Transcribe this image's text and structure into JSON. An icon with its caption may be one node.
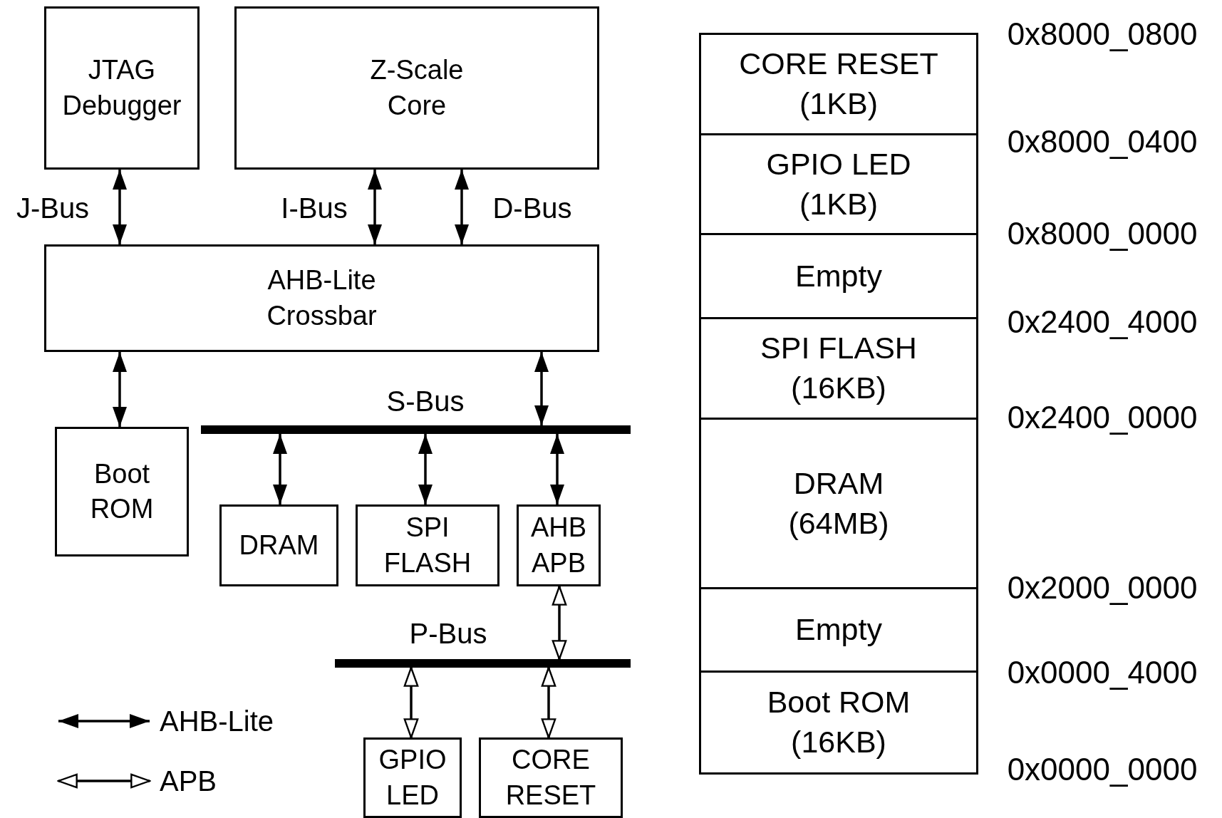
{
  "diagram": {
    "nodes": [
      {
        "text": [
          "JTAG Debugger"
        ]
      },
      {
        "text": [
          "Z-Scale Core"
        ]
      },
      {
        "text": [
          "AHB-Lite Crossbar"
        ]
      },
      {
        "text": [
          "Boot ROM"
        ]
      },
      {
        "text": [],
        "shape": "bar",
        "beside": [
          "S-Bus"
        ]
      },
      {
        "text": [
          "DRAM"
        ]
      },
      {
        "text": [
          "SPI FLASH"
        ]
      },
      {
        "text": [
          "AHB APB"
        ]
      },
      {
        "text": [],
        "shape": "bar",
        "beside": [
          "P-Bus"
        ]
      },
      {
        "text": [
          "GPIO LED"
        ]
      },
      {
        "text": [
          "CORE RESET"
        ]
      },
      {
        "text": [
          "CORE RESET",
          "(1KB)"
        ]
      },
      {
        "text": [
          "GPIO LED",
          "(1KB)"
        ]
      },
      {
        "text": [
          "Empty"
        ]
      },
      {
        "text": [
          "SPI FLASH",
          "(16KB)"
        ]
      },
      {
        "text": [
          "DRAM",
          "(64MB)"
        ]
      },
      {
        "text": [
          "Empty"
        ]
      },
      {
        "text": [
          "Boot ROM",
          "(16KB)"
        ]
      }
    ],
    "edges": [
      {
        "from": 0,
        "to": 2,
        "arrow": "both",
        "label": "J-Bus"
      },
      {
        "from": 1,
        "to": 2,
        "arrow": "both",
        "label": "I-Bus"
      },
      {
        "from": 1,
        "to": 2,
        "arrow": "both",
        "label": "D-Bus"
      },
      {
        "from": 2,
        "to": 3,
        "arrow": "both"
      },
      {
        "from": 2,
        "to": 4,
        "arrow": "both"
      },
      {
        "from": 4,
        "to": 5,
        "arrow": "both"
      },
      {
        "from": 4,
        "to": 6,
        "arrow": "both"
      },
      {
        "from": 4,
        "to": 7,
        "arrow": "both"
      },
      {
        "from": 7,
        "to": 8,
        "arrow": "both"
      },
      {
        "from": 8,
        "to": 9,
        "arrow": "both"
      },
      {
        "from": 8,
        "to": 10,
        "arrow": "both"
      }
    ],
    "labels": [
      "0x8000_0800",
      "0x8000_0400",
      "0x8000_0000",
      "0x2400_4000",
      "0x2400_0000",
      "0x2000_0000",
      "0x0000_4000",
      "0x0000_0000"
    ],
    "legend": [
      {
        "text": "AHB-Lite"
      },
      {
        "text": "APB"
      }
    ]
  }
}
